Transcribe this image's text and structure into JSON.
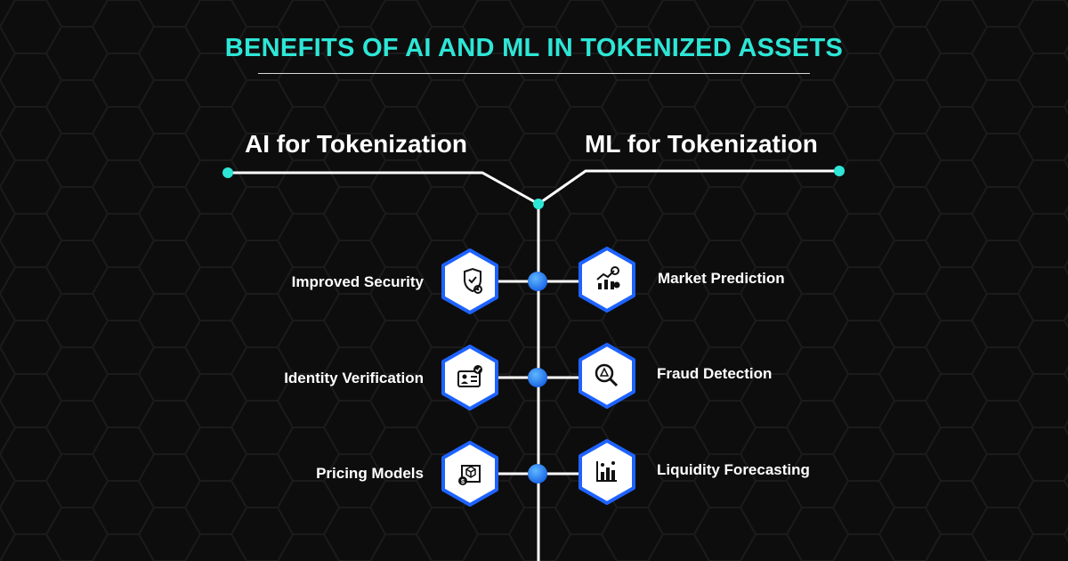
{
  "title": "BENEFITS OF AI AND ML IN TOKENIZED ASSETS",
  "branches": {
    "left": {
      "heading": "AI for Tokenization",
      "items": [
        {
          "label": "Improved Security",
          "icon": "shield-gear-icon"
        },
        {
          "label": "Identity Verification",
          "icon": "id-card-check-icon"
        },
        {
          "label": "Pricing Models",
          "icon": "cube-dollar-icon"
        }
      ]
    },
    "right": {
      "heading": "ML for Tokenization",
      "items": [
        {
          "label": "Market Prediction",
          "icon": "chart-growth-icon"
        },
        {
          "label": "Fraud Detection",
          "icon": "magnifier-alert-icon"
        },
        {
          "label": "Liquidity Forecasting",
          "icon": "bar-chart-icon"
        }
      ]
    }
  },
  "colors": {
    "accent": "#2ee6d6",
    "hex_border": "#1e63ff",
    "node": "#1e8fff",
    "line": "#ffffff",
    "background": "#0d0d0d"
  }
}
